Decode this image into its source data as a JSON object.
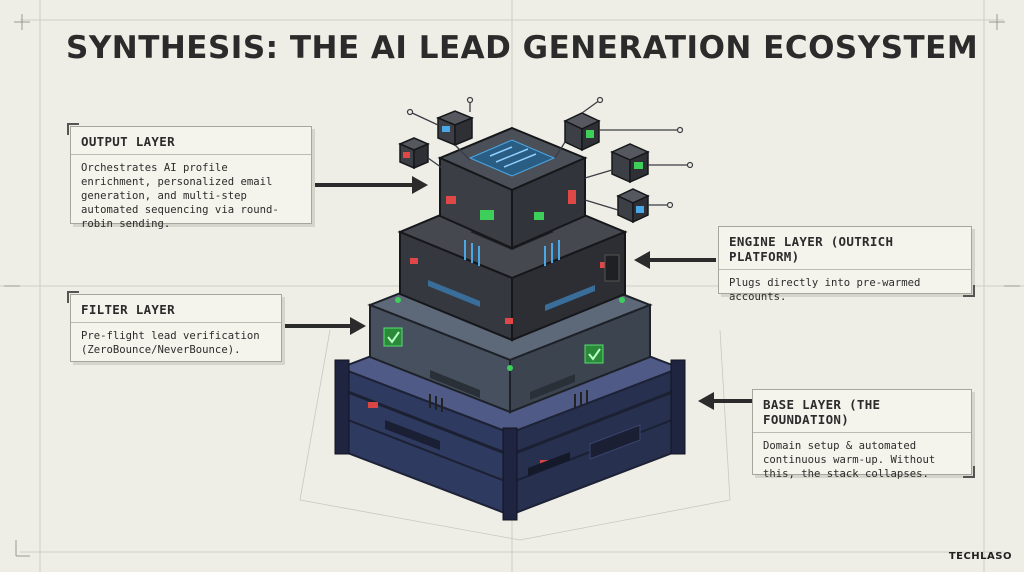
{
  "title": "SYNTHESIS: THE AI LEAD GENERATION ECOSYSTEM",
  "layers": {
    "output": {
      "heading": "OUTPUT LAYER",
      "body": "Orchestrates AI profile enrichment, personalized email generation, and multi-step automated sequencing via round-robin sending."
    },
    "engine": {
      "heading": "ENGINE LAYER (OUTRICH PLATFORM)",
      "body": "Plugs directly into pre-warmed accounts."
    },
    "filter": {
      "heading": "FILTER LAYER",
      "body": "Pre-flight lead verification (ZeroBounce/NeverBounce)."
    },
    "base": {
      "heading": "BASE LAYER (THE FOUNDATION)",
      "body": "Domain setup & automated continuous warm-up. Without this, the stack collapses."
    }
  },
  "logo": "TECHLASO",
  "colors": {
    "background": "#efeee6",
    "base_layer": "#34406a",
    "filter_layer": "#4a5566",
    "engine_layer": "#303338",
    "output_layer": "#3a3d44",
    "accent_green": "#3ecf5a",
    "accent_blue": "#4aa8e8",
    "accent_red": "#e04848"
  }
}
